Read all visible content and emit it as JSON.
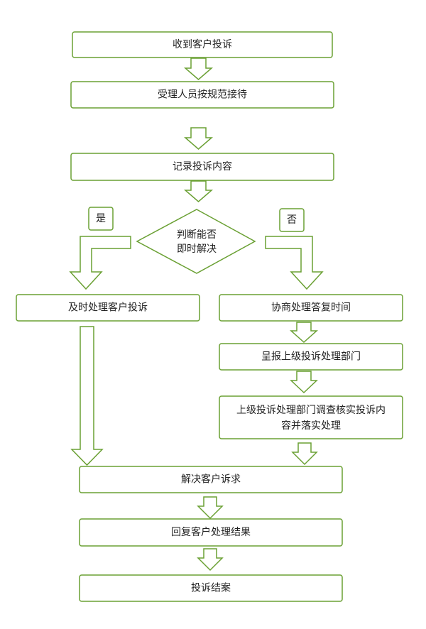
{
  "colors": {
    "stroke": "#6aa033",
    "fill": "#ffffff",
    "text": "#222222"
  },
  "nodes": {
    "receive": "收到客户投诉",
    "reception": "受理人员按规范接待",
    "record": "记录投诉内容",
    "decision_line1": "判断能否",
    "decision_line2": "即时解决",
    "yes": "是",
    "no": "否",
    "immediate": "及时处理客户投诉",
    "negotiate": "协商处理答复时间",
    "report": "呈报上级投诉处理部门",
    "investigate_line1": "上级投诉处理部门调查核实投诉内",
    "investigate_line2": "容并落实处理",
    "resolve": "解决客户诉求",
    "reply": "回复客户处理结果",
    "close": "投诉结案"
  }
}
